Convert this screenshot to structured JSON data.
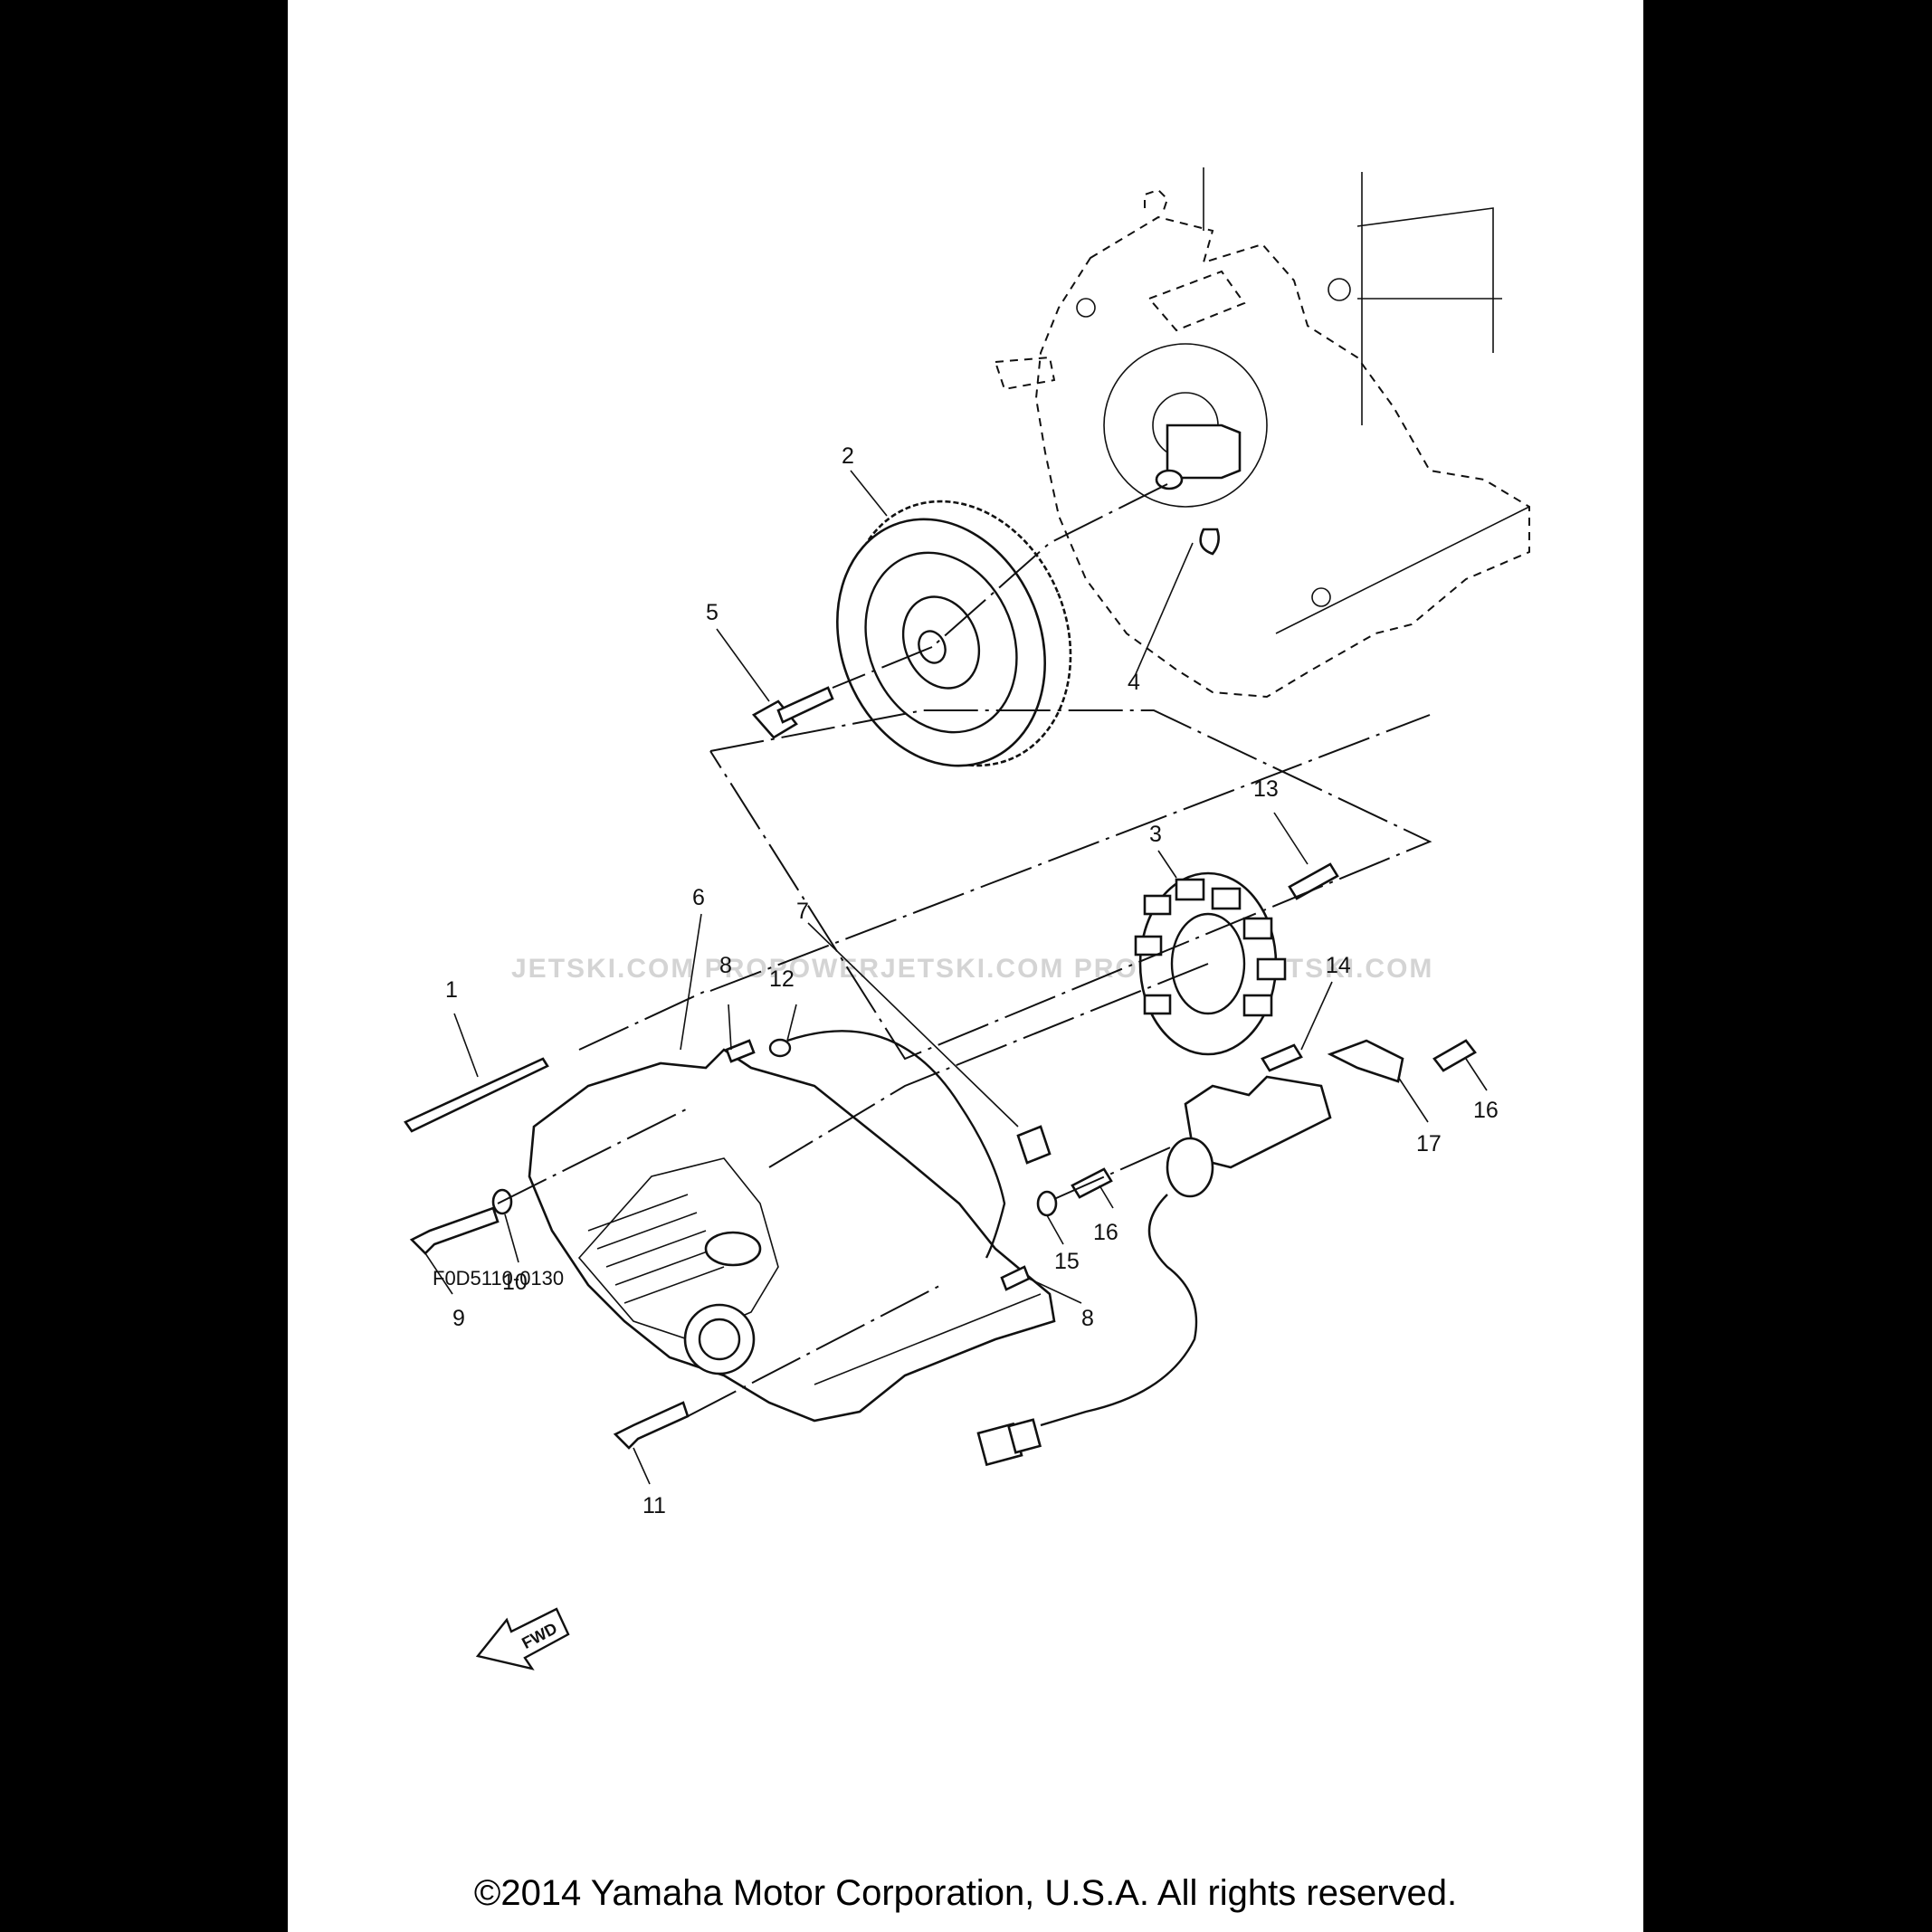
{
  "callouts": [
    {
      "id": "1",
      "label": "1"
    },
    {
      "id": "2",
      "label": "2"
    },
    {
      "id": "3",
      "label": "3"
    },
    {
      "id": "4",
      "label": "4"
    },
    {
      "id": "5",
      "label": "5"
    },
    {
      "id": "6",
      "label": "6"
    },
    {
      "id": "7",
      "label": "7"
    },
    {
      "id": "8a",
      "label": "8"
    },
    {
      "id": "8b",
      "label": "8"
    },
    {
      "id": "9",
      "label": "9"
    },
    {
      "id": "10",
      "label": "10"
    },
    {
      "id": "11",
      "label": "11"
    },
    {
      "id": "12",
      "label": "12"
    },
    {
      "id": "13",
      "label": "13"
    },
    {
      "id": "14",
      "label": "14"
    },
    {
      "id": "15",
      "label": "15"
    },
    {
      "id": "16a",
      "label": "16"
    },
    {
      "id": "16b",
      "label": "16"
    },
    {
      "id": "17",
      "label": "17"
    }
  ],
  "fwd_arrow_label": "FWD",
  "figure_code": "F0D5110-0130",
  "watermark": "JETSKI.COM   PROPOWERJETSKI.COM   PROPOWERJETSKI.COM",
  "copyright": "©2014 Yamaha Motor Corporation, U.S.A. All rights reserved."
}
